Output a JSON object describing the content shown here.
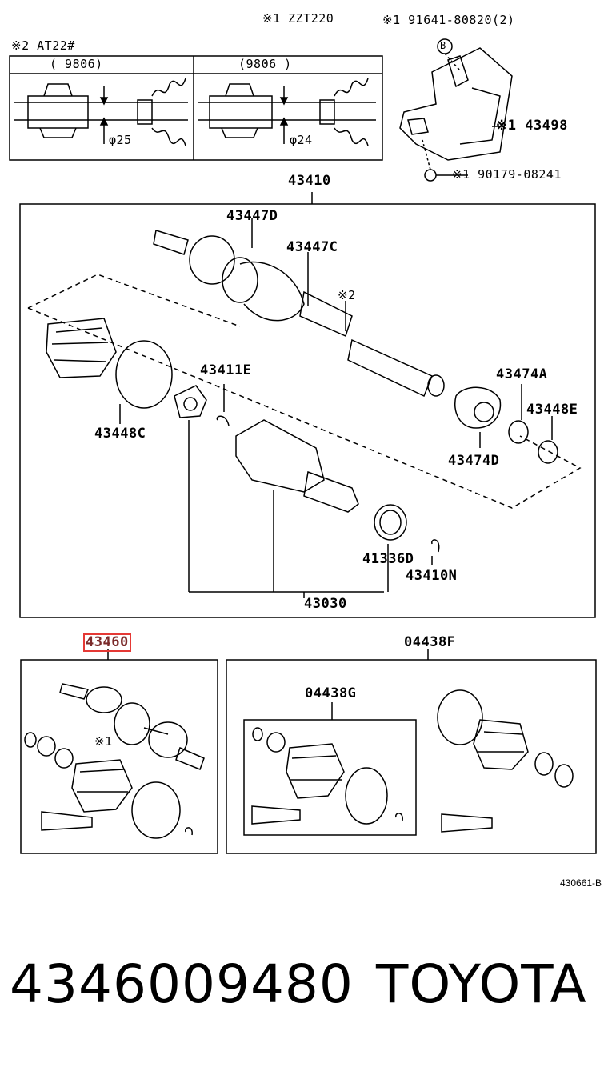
{
  "header": {
    "note_engine": "※1 ZZT220",
    "note_trans": "※2 AT22#",
    "part_bolt": "※1 91641-80820(2)",
    "part_bracket": "※1 43498",
    "part_nut": "※1 90179-08241",
    "callout_b": "B"
  },
  "spec_table": {
    "col1_header": "(     9806)",
    "col2_header": "(9806      )",
    "col1_dia": "φ25",
    "col2_dia": "φ24"
  },
  "assembly": {
    "main": "43410",
    "parts": {
      "p43447D": "43447D",
      "p43447C": "43447C",
      "note2": "※2",
      "p43411E": "43411E",
      "p43448C": "43448C",
      "p43474A": "43474A",
      "p43448E": "43448E",
      "p43474D": "43474D",
      "p41336D": "41336D",
      "p43410N": "43410N",
      "p43030": "43030"
    }
  },
  "kits": {
    "left_code": "43460",
    "left_note": "※1",
    "right_code": "04438F",
    "right_inner_code": "04438G"
  },
  "diagram_ref": "430661-B",
  "footer": {
    "part_number": "4346009480",
    "brand": "TOYOTA"
  }
}
